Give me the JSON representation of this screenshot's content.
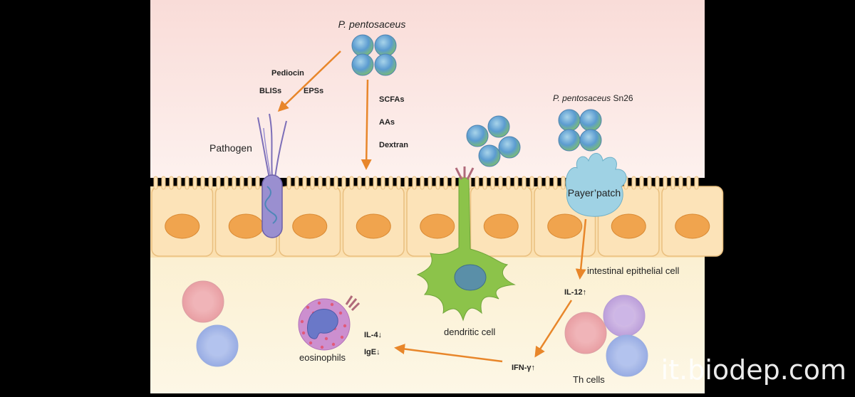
{
  "labels": {
    "pp_title": "P. pentosaceus",
    "pediocin": "Pediocin",
    "bliss": "BLISs",
    "epss": "EPSs",
    "scfas": "SCFAs",
    "aas": "AAs",
    "dextran": "Dextran",
    "pp_sn26_species": "P. pentosaceus",
    "pp_sn26_strain": " Sn26",
    "pathogen": "Pathogen",
    "payers_patch": "Payer’patch",
    "intestinal_epithelial_cell": "intestinal epithelial cell",
    "il12": "IL-12↑",
    "ifn_gamma": "IFN-γ↑",
    "il4": "IL-4↓",
    "ige": "IgE↓",
    "eosinophils": "eosinophils",
    "dendritic_cell": "dendritic cell",
    "th_cells": "Th cells"
  },
  "watermark": "it.biodep.com",
  "colors": {
    "arrow": "#e8862a",
    "bacteria": "#5b9bd0",
    "epithelium": "#fbe0b0",
    "nucleus": "#f0a44e",
    "dendritic": "#8cc34a",
    "pathogen": "#9a8fd0",
    "payers_patch": "#9fd2e4",
    "eosinophil": "#cc8fcf"
  }
}
